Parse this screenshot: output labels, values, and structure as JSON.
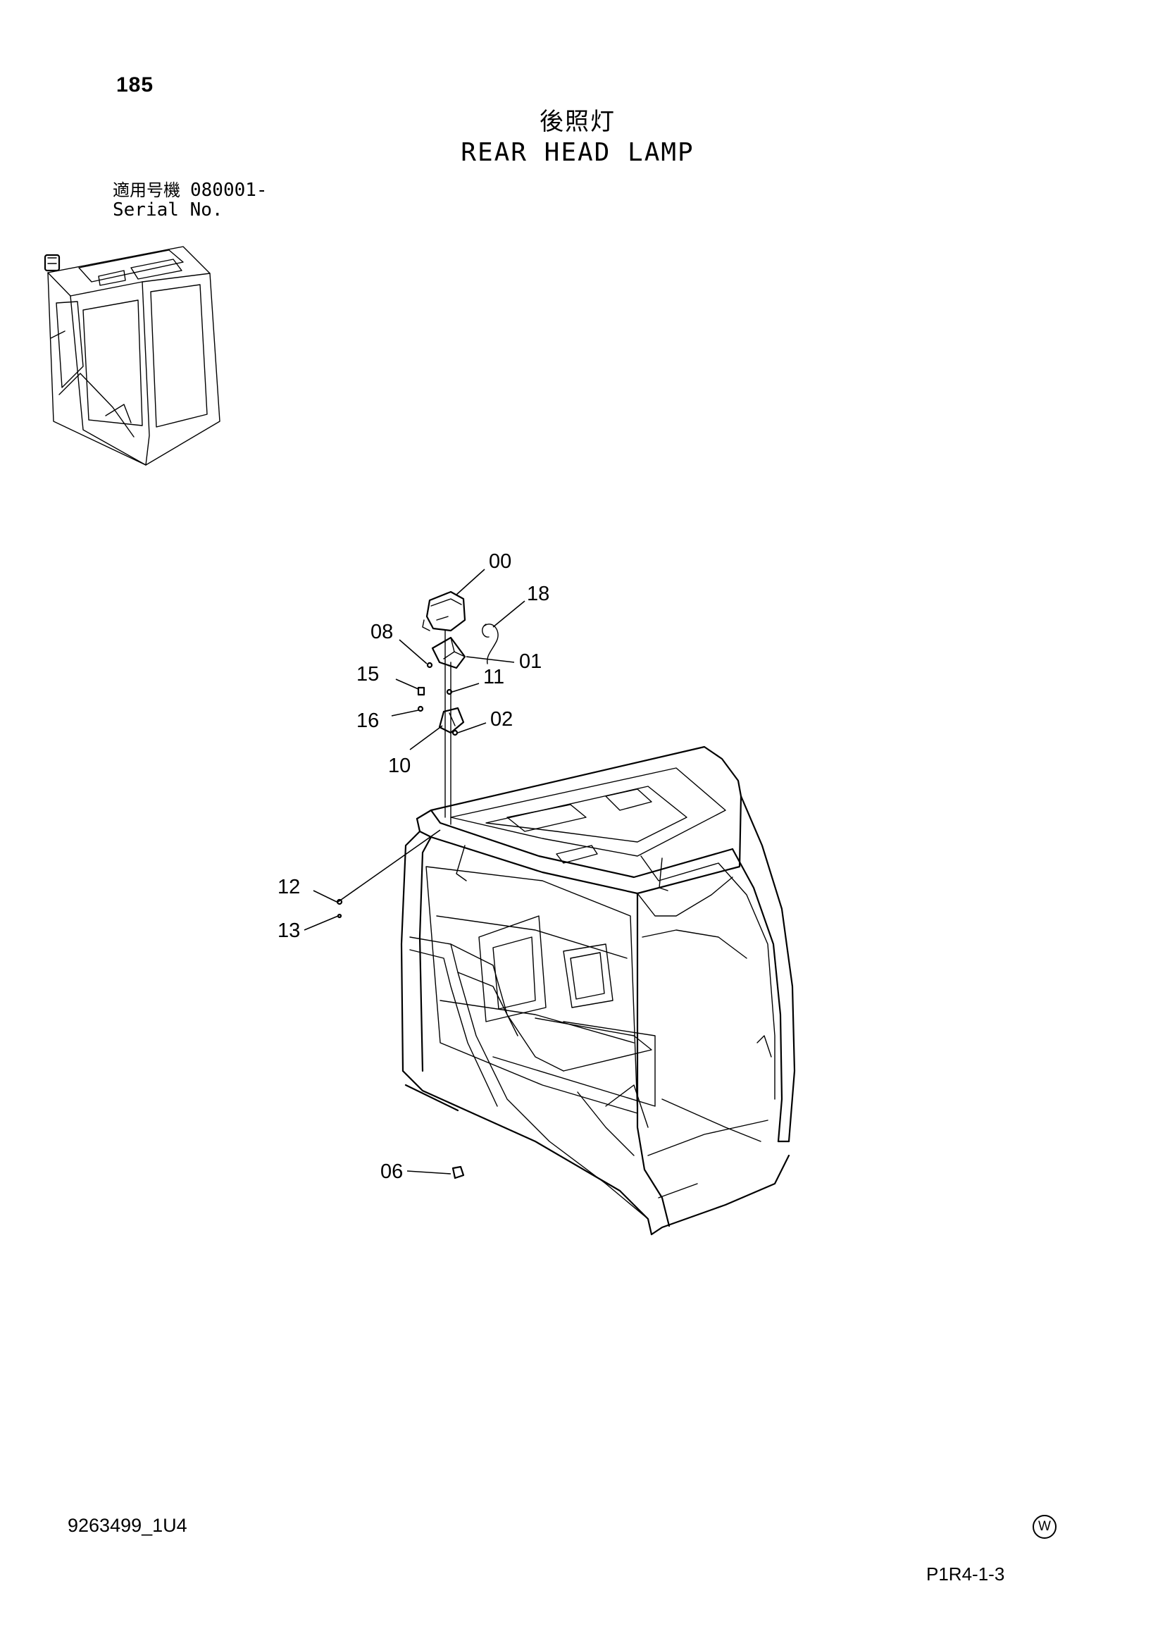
{
  "page": {
    "number": "185",
    "title_jp": "後照灯",
    "title_en": "REAR HEAD LAMP",
    "serial_label_jp": "適用号機",
    "serial_range": "080001-",
    "serial_label_en": "Serial No.",
    "doc_code": "9263499_1U4",
    "maker_mark": "W",
    "page_ref": "P1R4-1-3"
  },
  "diagram": {
    "callouts": [
      "00",
      "18",
      "08",
      "01",
      "15",
      "11",
      "16",
      "02",
      "10",
      "12",
      "13",
      "06"
    ]
  }
}
